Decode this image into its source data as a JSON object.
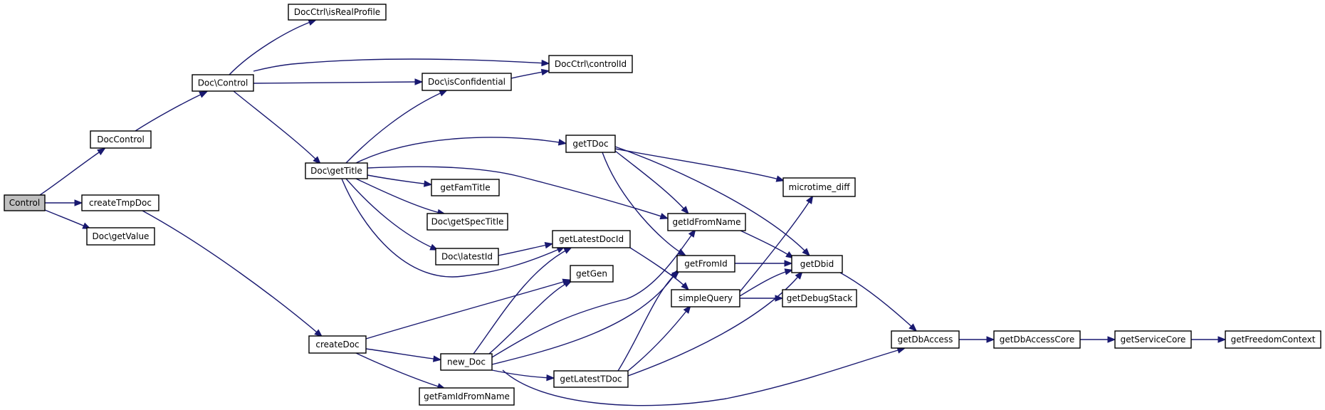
{
  "nodes": [
    {
      "id": "control",
      "label": "Control",
      "root": true
    },
    {
      "id": "doccontrol",
      "label": "DocControl"
    },
    {
      "id": "createtmpdoc",
      "label": "createTmpDoc"
    },
    {
      "id": "docgetvalue",
      "label": "Doc\\getValue"
    },
    {
      "id": "doccontrol2",
      "label": "Doc\\Control"
    },
    {
      "id": "isrealprofile",
      "label": "DocCtrl\\isRealProfile"
    },
    {
      "id": "controlid",
      "label": "DocCtrl\\controlId"
    },
    {
      "id": "isconfidential",
      "label": "Doc\\isConfidential"
    },
    {
      "id": "gettitle",
      "label": "Doc\\getTitle"
    },
    {
      "id": "gettdoc",
      "label": "getTDoc"
    },
    {
      "id": "getfamtitle",
      "label": "getFamTitle"
    },
    {
      "id": "getspectitle",
      "label": "Doc\\getSpecTitle"
    },
    {
      "id": "latestid",
      "label": "Doc\\latestId"
    },
    {
      "id": "getlatestdocid",
      "label": "getLatestDocId"
    },
    {
      "id": "getgen",
      "label": "getGen"
    },
    {
      "id": "createdoc",
      "label": "createDoc"
    },
    {
      "id": "newdoc",
      "label": "new_Doc"
    },
    {
      "id": "getfamidfromname",
      "label": "getFamIdFromName"
    },
    {
      "id": "getlatesttdoc",
      "label": "getLatestTDoc"
    },
    {
      "id": "microtimediff",
      "label": "microtime_diff"
    },
    {
      "id": "getidfromname",
      "label": "getIdFromName"
    },
    {
      "id": "getfromid",
      "label": "getFromId"
    },
    {
      "id": "simplequery",
      "label": "simpleQuery"
    },
    {
      "id": "getdbid",
      "label": "getDbid"
    },
    {
      "id": "getdebugstack",
      "label": "getDebugStack"
    },
    {
      "id": "getdbaccess",
      "label": "getDbAccess"
    },
    {
      "id": "getdbaccesscore",
      "label": "getDbAccessCore"
    },
    {
      "id": "getservicecore",
      "label": "getServiceCore"
    },
    {
      "id": "getfreedomcontext",
      "label": "getFreedomContext"
    }
  ],
  "edges": [
    [
      "control",
      "doccontrol"
    ],
    [
      "control",
      "createtmpdoc"
    ],
    [
      "control",
      "docgetvalue"
    ],
    [
      "doccontrol",
      "doccontrol2"
    ],
    [
      "doccontrol2",
      "isrealprofile"
    ],
    [
      "doccontrol2",
      "controlid"
    ],
    [
      "doccontrol2",
      "isconfidential"
    ],
    [
      "doccontrol2",
      "gettitle"
    ],
    [
      "isconfidential",
      "controlid"
    ],
    [
      "gettitle",
      "isconfidential"
    ],
    [
      "gettitle",
      "gettdoc"
    ],
    [
      "gettitle",
      "getfamtitle"
    ],
    [
      "gettitle",
      "getspectitle"
    ],
    [
      "gettitle",
      "latestid"
    ],
    [
      "gettitle",
      "getidfromname"
    ],
    [
      "gettitle",
      "getlatestdocid"
    ],
    [
      "latestid",
      "getlatestdocid"
    ],
    [
      "createtmpdoc",
      "createdoc"
    ],
    [
      "createdoc",
      "getgen"
    ],
    [
      "createdoc",
      "newdoc"
    ],
    [
      "createdoc",
      "getfamidfromname"
    ],
    [
      "newdoc",
      "getlatestdocid"
    ],
    [
      "newdoc",
      "getgen"
    ],
    [
      "newdoc",
      "getidfromname"
    ],
    [
      "newdoc",
      "getfromid"
    ],
    [
      "newdoc",
      "getlatesttdoc"
    ],
    [
      "newdoc",
      "getdbaccess"
    ],
    [
      "gettdoc",
      "microtimediff"
    ],
    [
      "gettdoc",
      "getidfromname"
    ],
    [
      "gettdoc",
      "getfromid"
    ],
    [
      "gettdoc",
      "getdbid"
    ],
    [
      "getlatestdocid",
      "simplequery"
    ],
    [
      "getlatesttdoc",
      "getfromid"
    ],
    [
      "getlatesttdoc",
      "simplequery"
    ],
    [
      "getlatesttdoc",
      "getdbid"
    ],
    [
      "getidfromname",
      "getdbid"
    ],
    [
      "getfromid",
      "getdbid"
    ],
    [
      "simplequery",
      "getdbid"
    ],
    [
      "simplequery",
      "microtimediff"
    ],
    [
      "simplequery",
      "getdebugstack"
    ],
    [
      "getdbid",
      "getdbaccess"
    ],
    [
      "getdbaccess",
      "getdbaccesscore"
    ],
    [
      "getdbaccesscore",
      "getservicecore"
    ],
    [
      "getservicecore",
      "getfreedomcontext"
    ]
  ]
}
